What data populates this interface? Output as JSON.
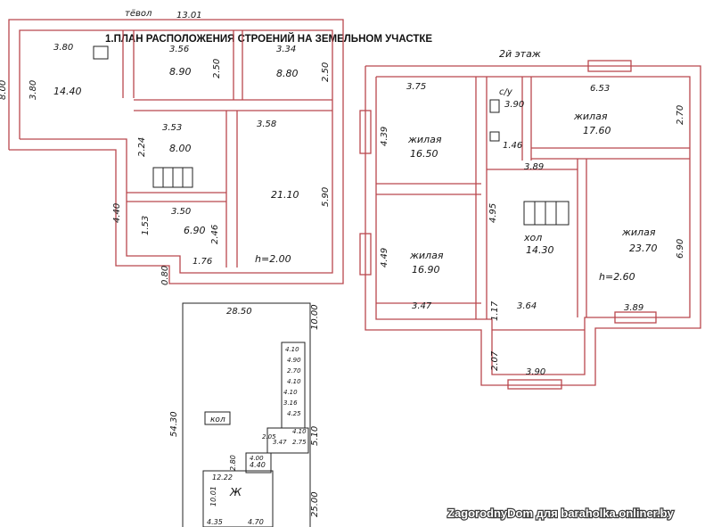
{
  "title": "1.ПЛАН РАСПОЛОЖЕНИЯ СТРОЕНИЙ НА ЗЕМЕЛЬНОМ УЧАСТКЕ",
  "watermark": "ZagorodnyDom для baraholka.onliner.by",
  "colors": {
    "wall": "#b9474d",
    "ink": "#141414",
    "background": "#ffffff"
  },
  "ground_floor": {
    "top_labels": [
      "тёвол",
      "13.01"
    ],
    "left_dims": [
      "8.00",
      "3.80"
    ],
    "lower_left_dims": [
      "4.40",
      "0.80"
    ],
    "rooms": [
      {
        "dim": "3.80",
        "area": "14.40"
      },
      {
        "dim": "3.56",
        "area": "8.90"
      },
      {
        "dim": "2.50"
      },
      {
        "dim": "3.34",
        "area": "8.80"
      },
      {
        "dim": "2.50"
      },
      {
        "dim": "3.53",
        "area": "8.00"
      },
      {
        "dim": "2.24"
      },
      {
        "dim": "3.58",
        "area": "21.10"
      },
      {
        "dim": "5.90"
      },
      {
        "dim": "3.50",
        "area": "6.90"
      },
      {
        "dim": "1.53"
      },
      {
        "dim": "2.46"
      },
      {
        "dim": "1.76"
      },
      {
        "dim": "h=2.00"
      }
    ]
  },
  "second_floor": {
    "heading": "2й этаж",
    "rooms": [
      {
        "dim": "3.75",
        "side": "4.39",
        "name": "жилая",
        "area": "16.50"
      },
      {
        "name": "с/у",
        "area": "3.90",
        "dim": "1.46"
      },
      {
        "dim": "6.53",
        "name": "жилая",
        "area": "17.60",
        "side": "2.70"
      },
      {
        "dim": "3.89"
      },
      {
        "side": "4.95"
      },
      {
        "dim": "4.49",
        "name": "жилая",
        "area": "16.90",
        "bottom": "3.47"
      },
      {
        "name": "хол",
        "area": "14.30"
      },
      {
        "name": "жилая",
        "area": "23.70",
        "side": "6.90"
      },
      {
        "dim": "h=2.60",
        "bottom": "3.89"
      },
      {
        "dim": "3.64"
      },
      {
        "dim": "1.17"
      },
      {
        "dim": "2.07"
      },
      {
        "dim": "3.90"
      }
    ]
  },
  "plot": {
    "top": "28.50",
    "left": "54.30",
    "right": [
      "10.00",
      "5.10",
      "25.00"
    ],
    "well": "кол",
    "small_buildings": [
      "4.10",
      "4.90",
      "2.70",
      "4.10",
      "4.10",
      "3.16",
      "4.25",
      "2.05",
      "3.47",
      "2.75",
      "4.00",
      "4.10"
    ],
    "house": {
      "label": "Ж",
      "top": "12.22",
      "side": "10.01",
      "dim": "2.80",
      "extra": "4.40"
    },
    "bottom": [
      "4.35",
      "4.70"
    ]
  }
}
